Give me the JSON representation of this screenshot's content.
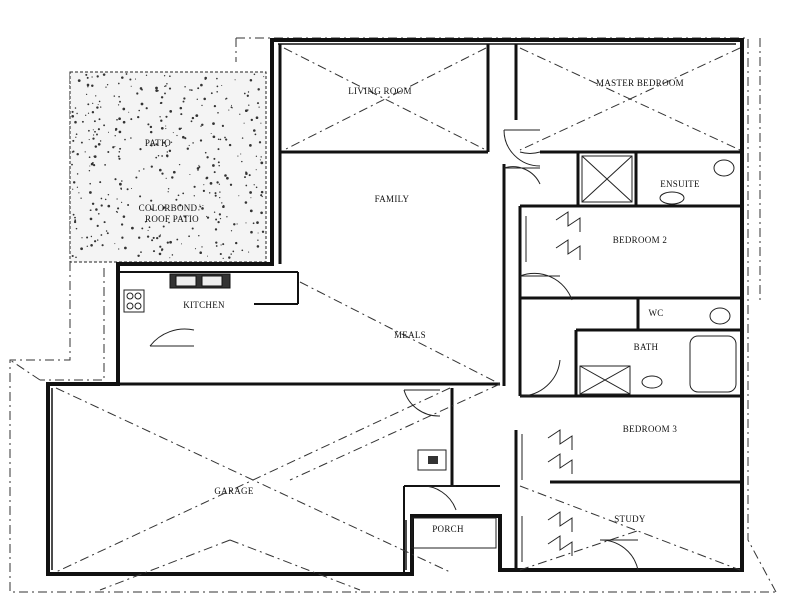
{
  "plan": {
    "rooms": {
      "living": "LIVING ROOM",
      "master": "MASTER BEDROOM",
      "patio": "PATIO",
      "colorbond": "COLORBOND",
      "roof_patio": "ROOF PATIO",
      "family": "FAMILY",
      "ensuite": "ENSUITE",
      "bedroom2": "BEDROOM 2",
      "kitchen": "KITCHEN",
      "meals": "MEALS",
      "wc": "WC",
      "bath": "BATH",
      "bedroom3": "BEDROOM 3",
      "garage": "GARAGE",
      "porch": "PORCH",
      "study": "STUDY"
    }
  }
}
